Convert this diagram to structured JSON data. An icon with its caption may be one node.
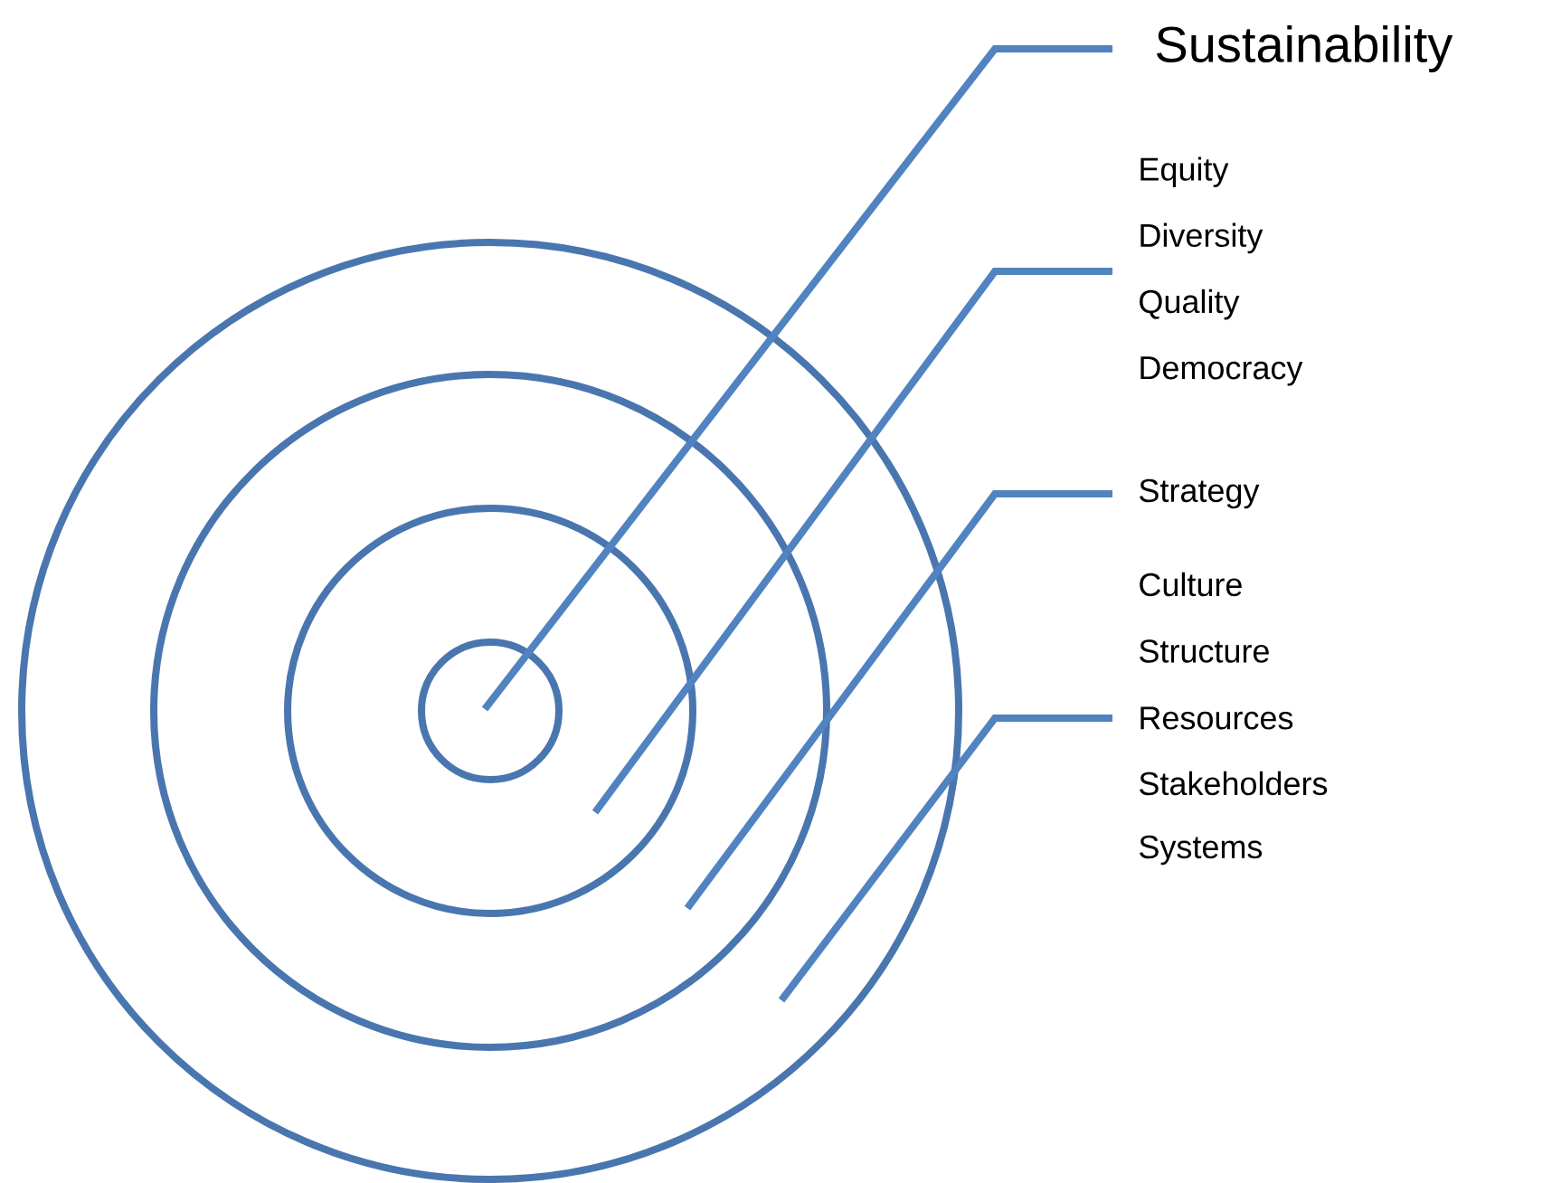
{
  "diagram": {
    "nodes": [
      {
        "text": [],
        "shape": "circle"
      },
      {
        "text": [],
        "shape": "circle",
        "in": 0
      },
      {
        "text": [],
        "shape": "circle",
        "in": 1
      },
      {
        "text": [],
        "shape": "circle",
        "in": 2
      },
      {
        "text": [
          "Sustainability"
        ]
      },
      {
        "text": [
          "Equity",
          "Diversity",
          "Quality",
          "Democracy"
        ]
      },
      {
        "text": [
          "Strategy"
        ]
      },
      {
        "text": [
          "Resources"
        ]
      }
    ],
    "edges": [
      {
        "from": 4,
        "to": 3,
        "arrow": "none"
      },
      {
        "from": 5,
        "to": 2,
        "arrow": "none"
      },
      {
        "from": 6,
        "to": 1,
        "arrow": "none"
      },
      {
        "from": 7,
        "to": 0,
        "arrow": "none"
      }
    ],
    "labels": [
      "Culture",
      "Structure",
      "Stakeholders",
      "Systems"
    ]
  }
}
